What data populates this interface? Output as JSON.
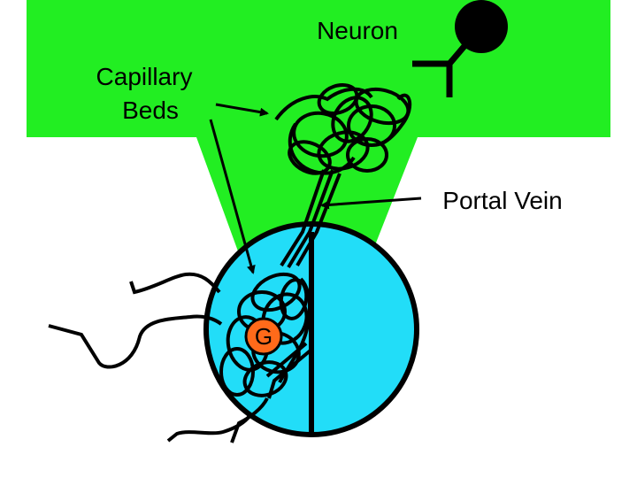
{
  "labels": {
    "neuron": "Neuron",
    "capillary_line1": "Capillary",
    "capillary_line2": "Beds",
    "portal_vein": "Portal Vein",
    "gland_cell": "G"
  },
  "colors": {
    "hypothalamus_fill": "#22ee22",
    "pituitary_fill": "#22ddf8",
    "gland_cell_fill": "#ff6a1a",
    "neuron_fill": "#000000",
    "line": "#000000",
    "background": "#ffffff"
  }
}
